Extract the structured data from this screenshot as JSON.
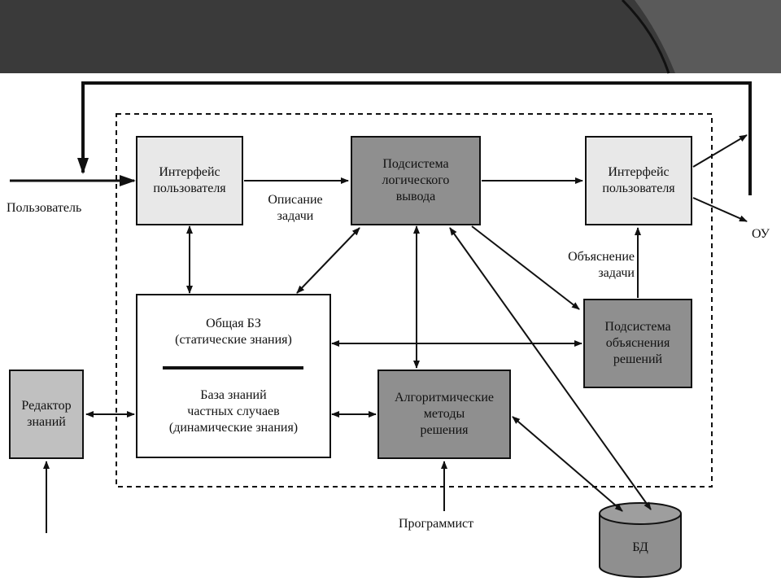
{
  "colors": {
    "header": "#3a3a3a",
    "box_light": "#e8e8e8",
    "box_dark": "#8f8f8f",
    "box_white": "#ffffff",
    "line": "#111111"
  },
  "nodes": {
    "ui_left": "Интерфейс\nпользователя",
    "inference": "Подсистема\nлогического\nвывода",
    "ui_right": "Интерфейс\nпользователя",
    "kb_general": "Общая БЗ\n(статические знания)",
    "kb_cases": "База знаний\nчастных случаев\n(динамические знания)",
    "explanation": "Подсистема\nобъяснения\nрешений",
    "algorithmic": "Алгоритмические\nметоды\nрешения",
    "editor": "Редактор\nзнаний",
    "db": "БД"
  },
  "labels": {
    "user": "Пользователь",
    "task_description": "Описание\nзадачи",
    "task_explanation": "Объяснение\nзадачи",
    "ou": "ОУ",
    "programmer": "Программист"
  }
}
